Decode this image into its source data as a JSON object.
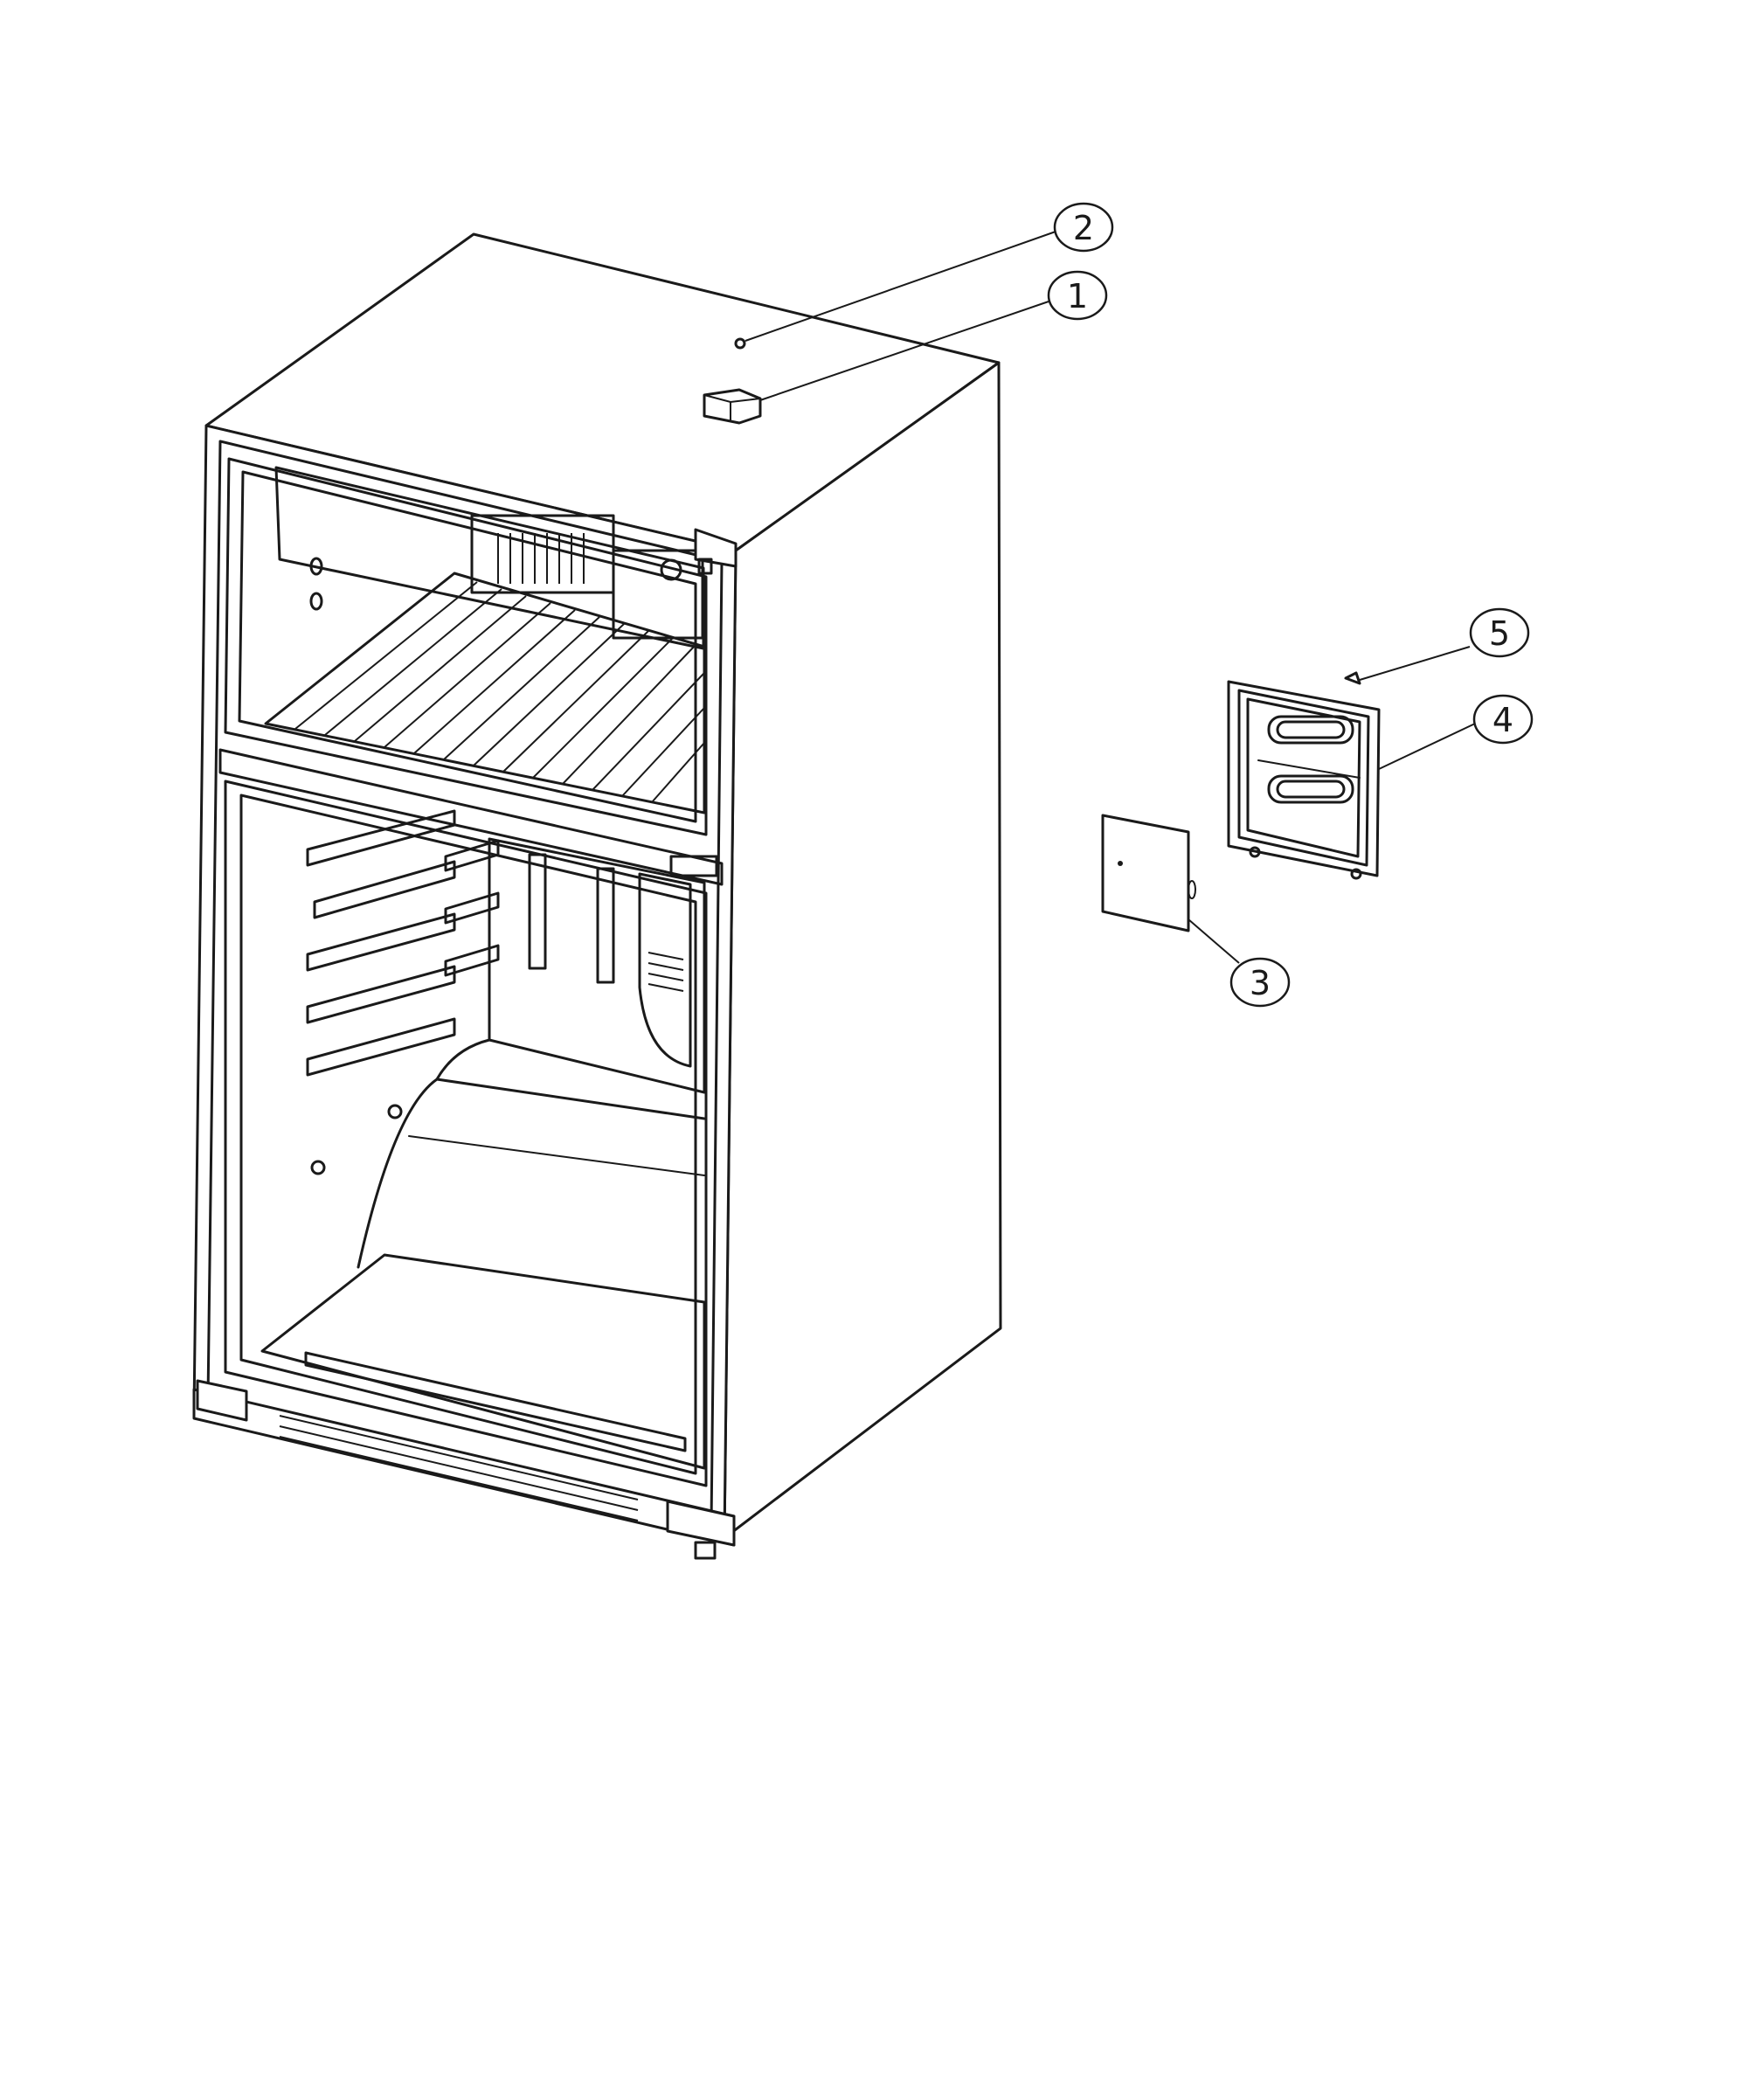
{
  "callouts": [
    {
      "id": "1",
      "label": "1"
    },
    {
      "id": "2",
      "label": "2"
    },
    {
      "id": "3",
      "label": "3"
    },
    {
      "id": "4",
      "label": "4"
    },
    {
      "id": "5",
      "label": "5"
    }
  ],
  "colors": {
    "line": "#1a1a1a",
    "background": "#ffffff"
  }
}
